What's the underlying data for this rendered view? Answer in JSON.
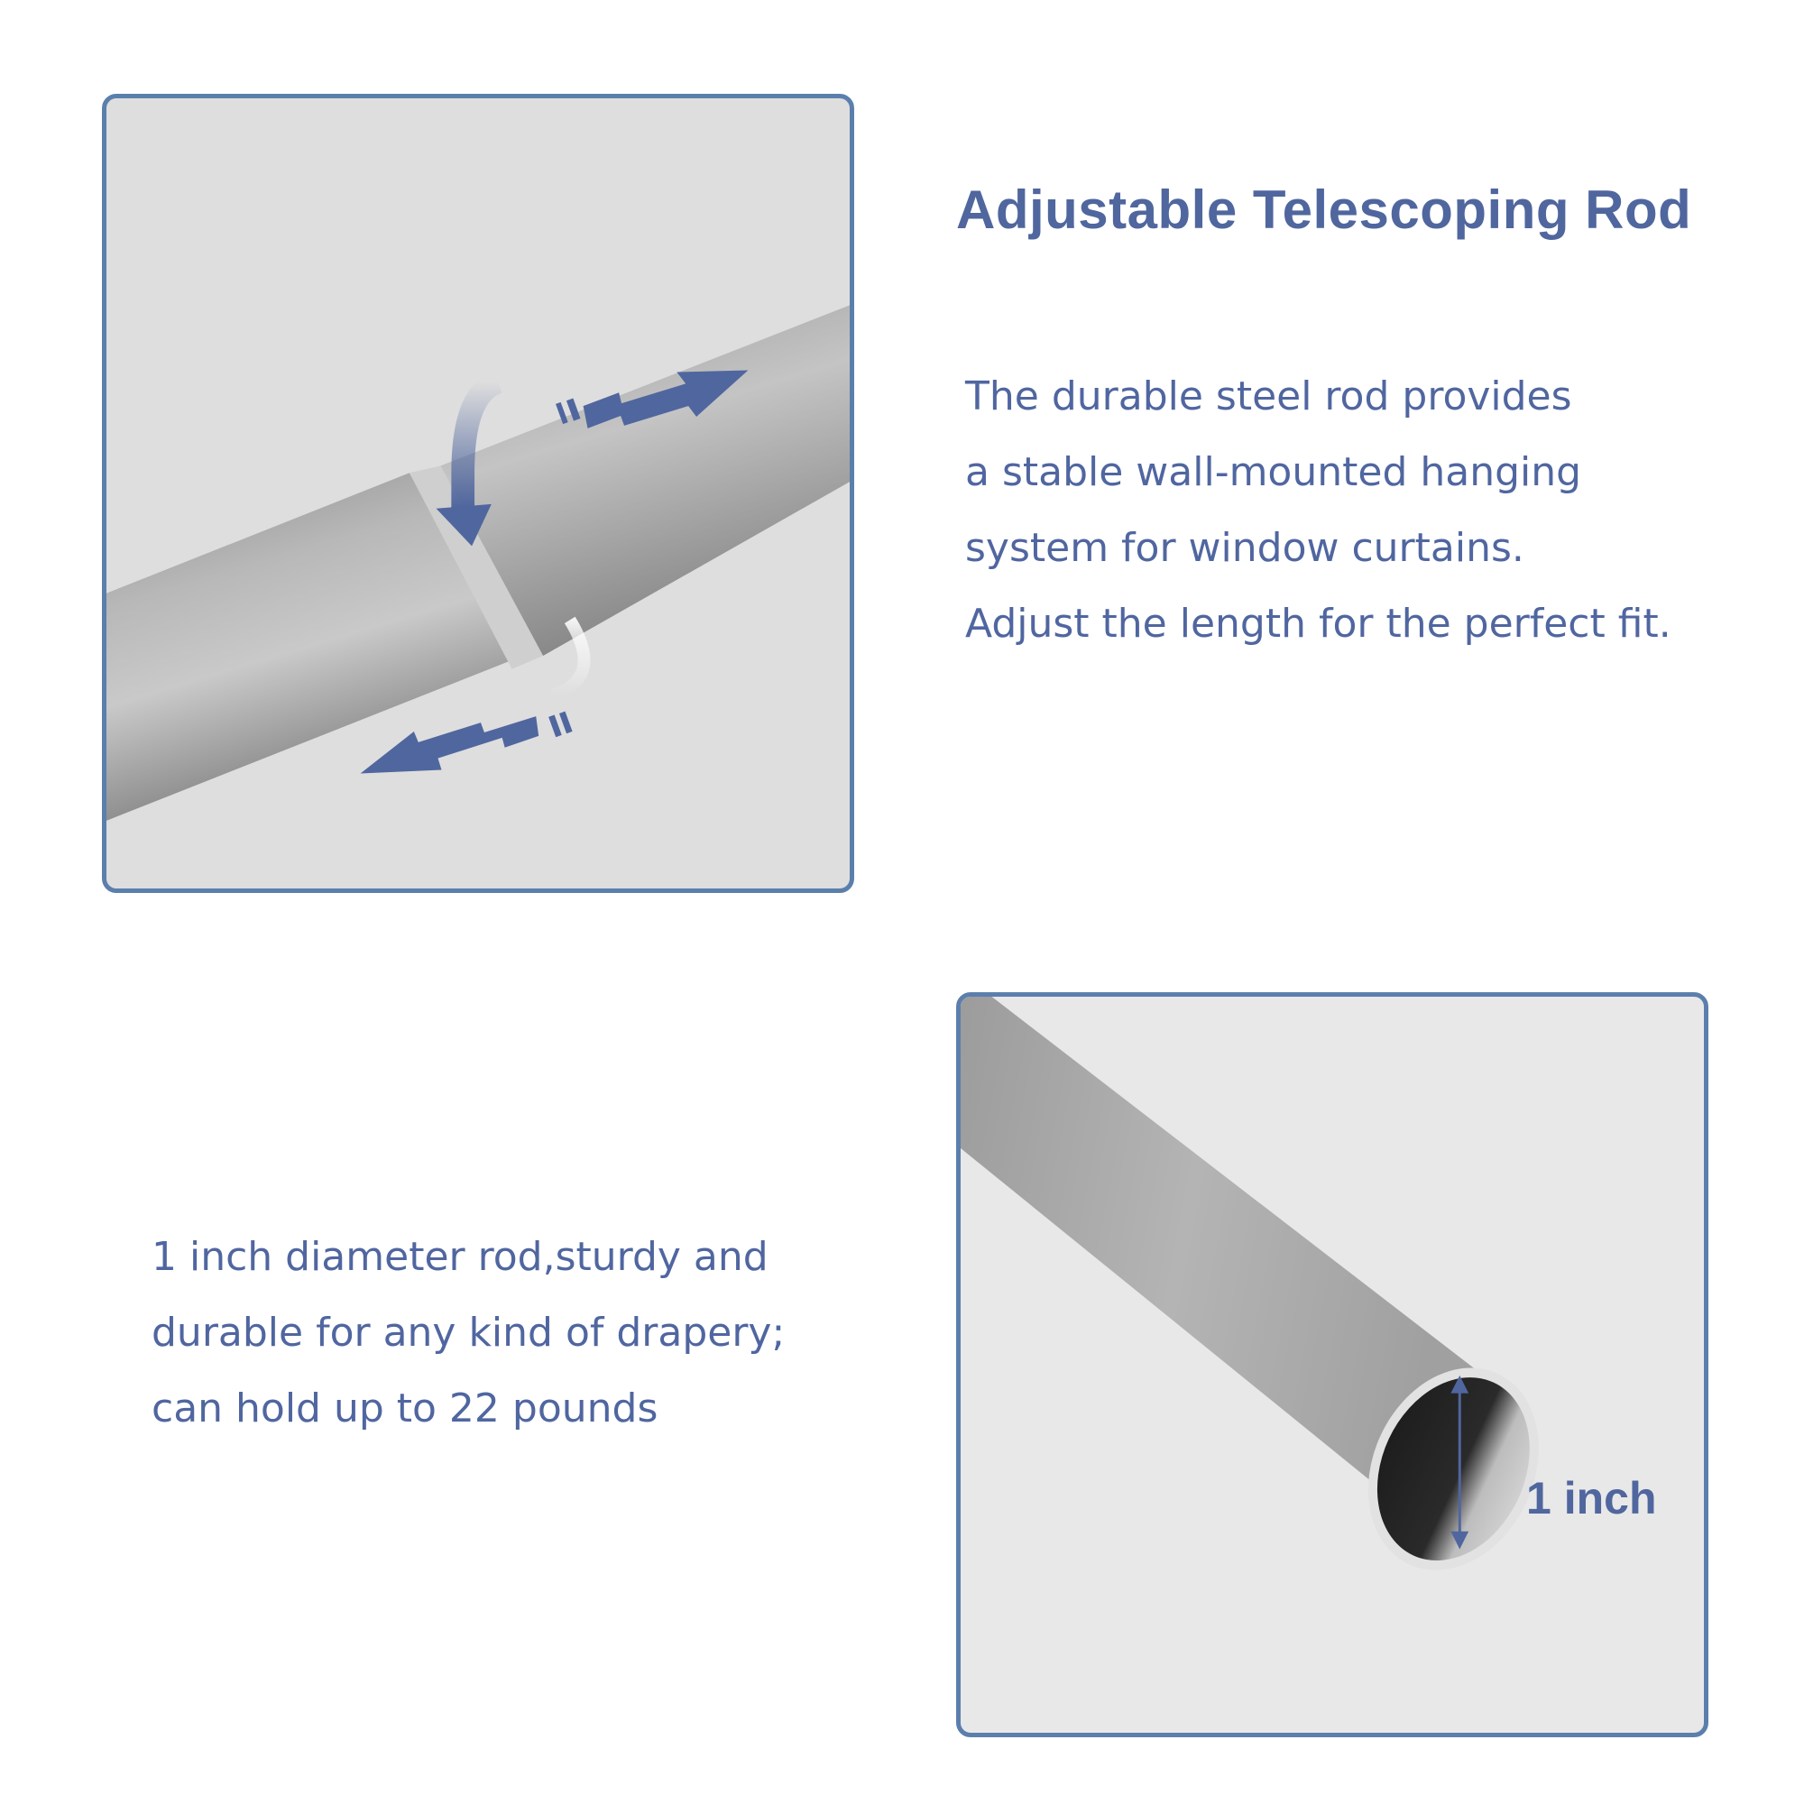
{
  "heading": "Adjustable Telescoping Rod",
  "description_top": {
    "lines": [
      "The durable steel rod provides",
      "a stable wall-mounted hanging",
      "system for window curtains.",
      "Adjust the length for the perfect fit."
    ]
  },
  "description_bottom": {
    "lines": [
      "1 inch diameter rod,sturdy and",
      "durable for any kind of drapery;",
      "can hold up to 22 pounds"
    ]
  },
  "images": {
    "top": {
      "subject": "telescoping-rod-joint",
      "icons": [
        "rotate-arrow-icon",
        "extend-right-arrow-icon",
        "extend-left-arrow-icon"
      ]
    },
    "bottom": {
      "subject": "rod-end-cross-section",
      "dimension_label": "1 inch",
      "icons": [
        "double-headed-arrow-icon"
      ]
    }
  },
  "colors": {
    "accent": "#50669e",
    "border": "#5b7fad",
    "panel_bg_top": "#dedede",
    "panel_bg_bottom": "#e8e8e8",
    "background": "#ffffff"
  }
}
